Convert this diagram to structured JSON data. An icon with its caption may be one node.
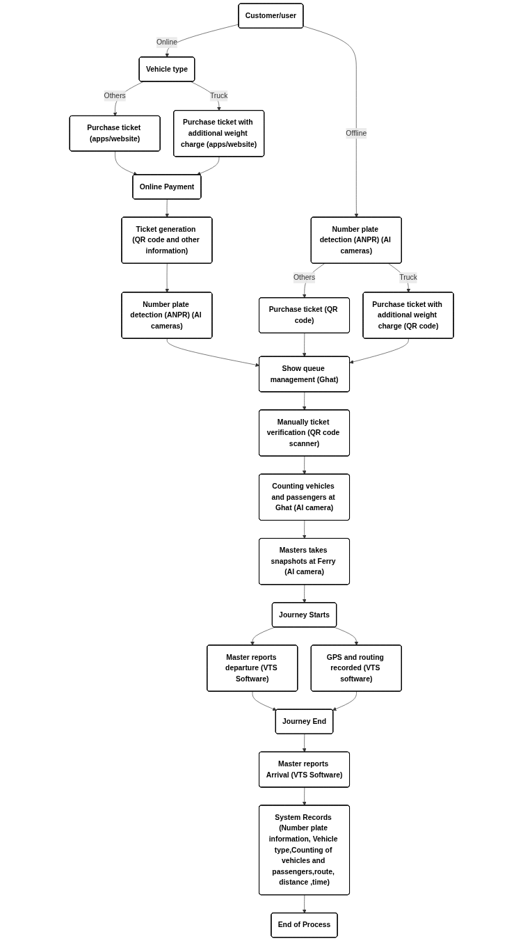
{
  "diagram": {
    "nodes": [
      {
        "text": [
          "Customer/user"
        ]
      },
      {
        "text": [
          "Vehicle type"
        ]
      },
      {
        "text": [
          "Number plate detection (ANPR) (AI cameras)"
        ]
      },
      {
        "text": [
          "Purchase ticket (apps/website)"
        ]
      },
      {
        "text": [
          "Purchase ticket with additional weight charge (apps/website)"
        ]
      },
      {
        "text": [
          "Purchase ticket (QR code)"
        ]
      },
      {
        "text": [
          "Purchase ticket with additional weight charge (QR code)"
        ]
      },
      {
        "text": [
          "Online Payment"
        ]
      },
      {
        "text": [
          "Ticket generation (QR code and other information)"
        ]
      },
      {
        "text": [
          "Number plate detection (ANPR) (AI cameras)"
        ]
      },
      {
        "text": [
          "Show queue management (Ghat)"
        ]
      },
      {
        "text": [
          "Manually ticket verification (QR code scanner)"
        ]
      },
      {
        "text": [
          "Counting vehicles and passengers at Ghat (AI camera)"
        ]
      },
      {
        "text": [
          "Masters takes snapshots at Ferry (AI camera)"
        ]
      },
      {
        "text": [
          "Journey Starts"
        ]
      },
      {
        "text": [
          "Master reports departure (VTS Software)"
        ]
      },
      {
        "text": [
          "GPS and routing recorded (VTS software)"
        ]
      },
      {
        "text": [
          "Journey End"
        ]
      },
      {
        "text": [
          "Master reports Arrival (VTS Software)"
        ]
      },
      {
        "text": [
          "System Records (Number plate information, Vehicle type,Counting of vehicles and passengers,route, distance ,time)"
        ]
      },
      {
        "text": [
          "End of Process"
        ]
      }
    ],
    "edges": [
      {
        "from": 0,
        "to": 1,
        "arrow": "to",
        "label": "Online"
      },
      {
        "from": 0,
        "to": 2,
        "arrow": "to",
        "label": "Offline"
      },
      {
        "from": 1,
        "to": 3,
        "arrow": "to",
        "label": "Others"
      },
      {
        "from": 1,
        "to": 4,
        "arrow": "to",
        "label": "Truck"
      },
      {
        "from": 2,
        "to": 5,
        "arrow": "to",
        "label": "Others"
      },
      {
        "from": 2,
        "to": 6,
        "arrow": "to",
        "label": "Truck"
      },
      {
        "from": 3,
        "to": 7,
        "arrow": "to"
      },
      {
        "from": 4,
        "to": 7,
        "arrow": "to"
      },
      {
        "from": 7,
        "to": 8,
        "arrow": "to"
      },
      {
        "from": 8,
        "to": 9,
        "arrow": "to"
      },
      {
        "from": 9,
        "to": 10,
        "arrow": "to"
      },
      {
        "from": 5,
        "to": 10,
        "arrow": "to"
      },
      {
        "from": 6,
        "to": 10,
        "arrow": "to"
      },
      {
        "from": 10,
        "to": 11,
        "arrow": "to"
      },
      {
        "from": 11,
        "to": 12,
        "arrow": "to"
      },
      {
        "from": 12,
        "to": 13,
        "arrow": "to"
      },
      {
        "from": 13,
        "to": 14,
        "arrow": "to"
      },
      {
        "from": 14,
        "to": 15,
        "arrow": "to"
      },
      {
        "from": 14,
        "to": 16,
        "arrow": "to"
      },
      {
        "from": 15,
        "to": 17,
        "arrow": "to"
      },
      {
        "from": 16,
        "to": 17,
        "arrow": "to"
      },
      {
        "from": 17,
        "to": 18,
        "arrow": "to"
      },
      {
        "from": 18,
        "to": 19,
        "arrow": "to"
      },
      {
        "from": 19,
        "to": 20,
        "arrow": "to"
      }
    ]
  }
}
